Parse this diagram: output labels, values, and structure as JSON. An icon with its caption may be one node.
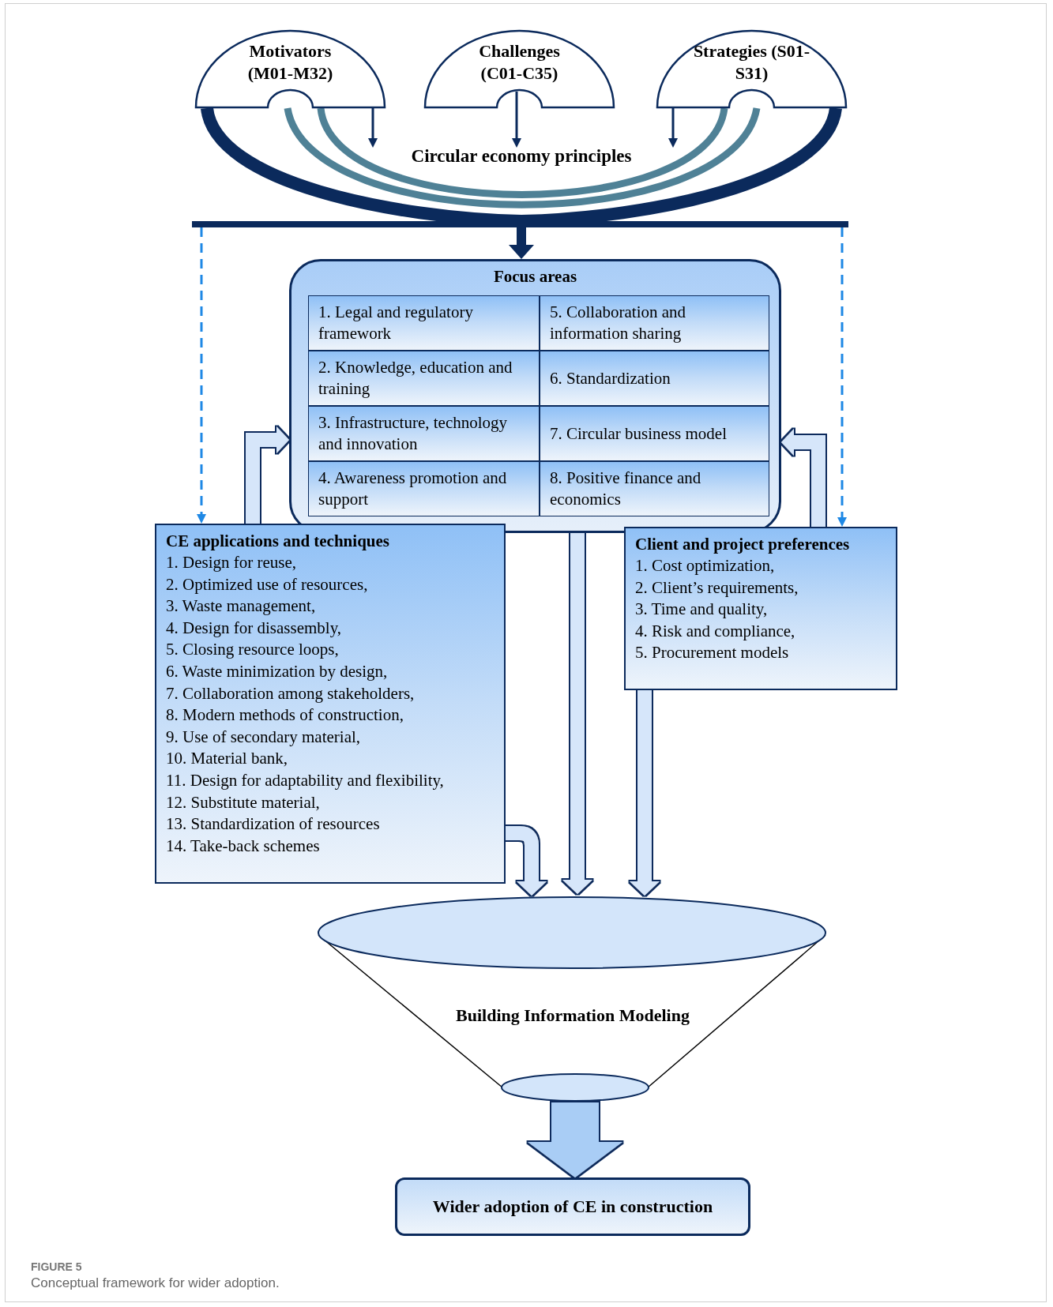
{
  "diagram": {
    "caption": "Conceptual framework for wider adoption.",
    "nodes": [
      {
        "text": [
          "Motivators (M01-M32)"
        ]
      },
      {
        "text": [
          "Challenges (C01-C35)"
        ]
      },
      {
        "text": [
          "Strategies (S01-S31)"
        ]
      },
      {
        "text": [
          "Circular economy principles"
        ]
      },
      {
        "text": [],
        "shape": "bar"
      },
      {
        "text": [
          "Focus areas"
        ]
      },
      {
        "text": [
          "1. Legal and regulatory framework"
        ],
        "in": 5
      },
      {
        "text": [
          "5. Collaboration and information sharing"
        ],
        "in": 5
      },
      {
        "text": [
          "2. Knowledge, education and training"
        ],
        "in": 5
      },
      {
        "text": [
          "6. Standardization"
        ],
        "in": 5
      },
      {
        "text": [
          "3. Infrastructure, technology and innovation"
        ],
        "in": 5
      },
      {
        "text": [
          "7. Circular business model"
        ],
        "in": 5
      },
      {
        "text": [
          "4. Awareness promotion and support"
        ],
        "in": 5
      },
      {
        "text": [
          "8. Positive finance and economics"
        ],
        "in": 5
      },
      {
        "text": [
          "CE applications and techniques",
          "1. Design for reuse,",
          "2. Optimized use of resources,",
          "3. Waste management,",
          "4. Design for disassembly,",
          "5. Closing resource loops,",
          "6. Waste minimization by design,",
          "7. Collaboration among stakeholders,",
          "8. Modern methods of construction,",
          "9. Use of secondary material,",
          "10. Material bank,",
          "11. Design for adaptability and flexibility,",
          "12. Substitute material,",
          "13. Standardization of resources",
          "14. Take-back schemes"
        ]
      },
      {
        "text": [
          "Client and project preferences",
          "1. Cost optimization,",
          "2. Client’s requirements,",
          "3. Time and quality,",
          "4. Risk and compliance,",
          "5. Procurement models"
        ]
      },
      {
        "text": [
          "Building Information Modeling"
        ]
      },
      {
        "text": [
          "Wider adoption of CE in construction"
        ]
      }
    ],
    "edges": [
      {
        "from": 0,
        "to": 3,
        "arrow": "to"
      },
      {
        "from": 1,
        "to": 3,
        "arrow": "to"
      },
      {
        "from": 2,
        "to": 3,
        "arrow": "to"
      },
      {
        "from": 0,
        "to": 4,
        "arrow": "none"
      },
      {
        "from": 2,
        "to": 4,
        "arrow": "none"
      },
      {
        "from": 0,
        "to": 2,
        "arrow": "none",
        "color": "#4f8196"
      },
      {
        "from": 0,
        "to": 2,
        "arrow": "none",
        "color": "#4f8196"
      },
      {
        "from": 4,
        "to": 5,
        "arrow": "to"
      },
      {
        "from": 4,
        "to": 14,
        "arrow": "to",
        "style": "dashed",
        "color": "#1e88e5"
      },
      {
        "from": 4,
        "to": 15,
        "arrow": "to",
        "style": "dashed",
        "color": "#1e88e5"
      },
      {
        "from": 14,
        "to": 5,
        "arrow": "to",
        "color": "#d6e6fa"
      },
      {
        "from": 15,
        "to": 5,
        "arrow": "to",
        "color": "#d6e6fa"
      },
      {
        "from": 14,
        "to": 16,
        "arrow": "to",
        "color": "#d6e6fa"
      },
      {
        "from": 5,
        "to": 16,
        "arrow": "to",
        "color": "#d6e6fa"
      },
      {
        "from": 15,
        "to": 16,
        "arrow": "to",
        "color": "#d6e6fa"
      },
      {
        "from": 16,
        "to": 17,
        "arrow": "to",
        "style": "thick",
        "color": "#a9cdf5"
      }
    ],
    "labels": [
      "FIGURE 5"
    ]
  }
}
